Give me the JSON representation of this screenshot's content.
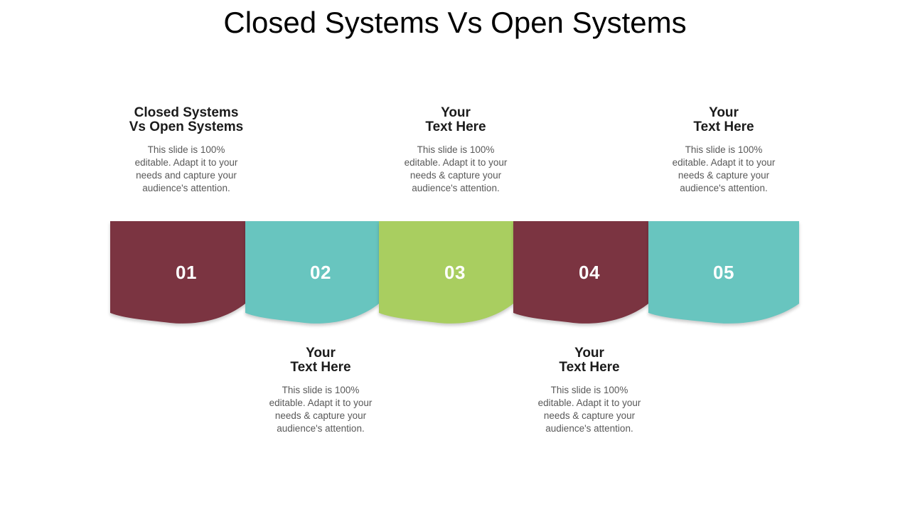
{
  "slide": {
    "title": "Closed Systems Vs Open Systems",
    "background": "#ffffff"
  },
  "palette": {
    "maroon": "#7b3441",
    "teal": "#68c5bf",
    "green": "#a9ce60",
    "heading_text": "#1b1b1b",
    "body_text": "#595959",
    "number_text": "#ffffff"
  },
  "steps": [
    {
      "number": "01",
      "color": "#7b3441"
    },
    {
      "number": "02",
      "color": "#68c5bf"
    },
    {
      "number": "03",
      "color": "#a9ce60"
    },
    {
      "number": "04",
      "color": "#7b3441"
    },
    {
      "number": "05",
      "color": "#68c5bf"
    }
  ],
  "callouts_top": [
    {
      "heading": [
        "Closed Systems",
        "Vs Open Systems"
      ],
      "body": [
        "This slide is 100%",
        "editable. Adapt it to your",
        "needs and capture your",
        "audience's attention."
      ]
    },
    {
      "heading": [
        "Your",
        "Text Here"
      ],
      "body": [
        "This slide is 100%",
        "editable. Adapt it to your",
        "needs & capture your",
        "audience's attention."
      ]
    },
    {
      "heading": [
        "Your",
        "Text Here"
      ],
      "body": [
        "This slide is 100%",
        "editable. Adapt it to your",
        "needs & capture your",
        "audience's attention."
      ]
    }
  ],
  "callouts_bottom": [
    {
      "heading": [
        "Your",
        "Text Here"
      ],
      "body": [
        "This slide is 100%",
        "editable. Adapt it to your",
        "needs & capture your",
        "audience's attention."
      ]
    },
    {
      "heading": [
        "Your",
        "Text Here"
      ],
      "body": [
        "This slide is 100%",
        "editable. Adapt it to your",
        "needs & capture your",
        "audience's attention."
      ]
    }
  ]
}
